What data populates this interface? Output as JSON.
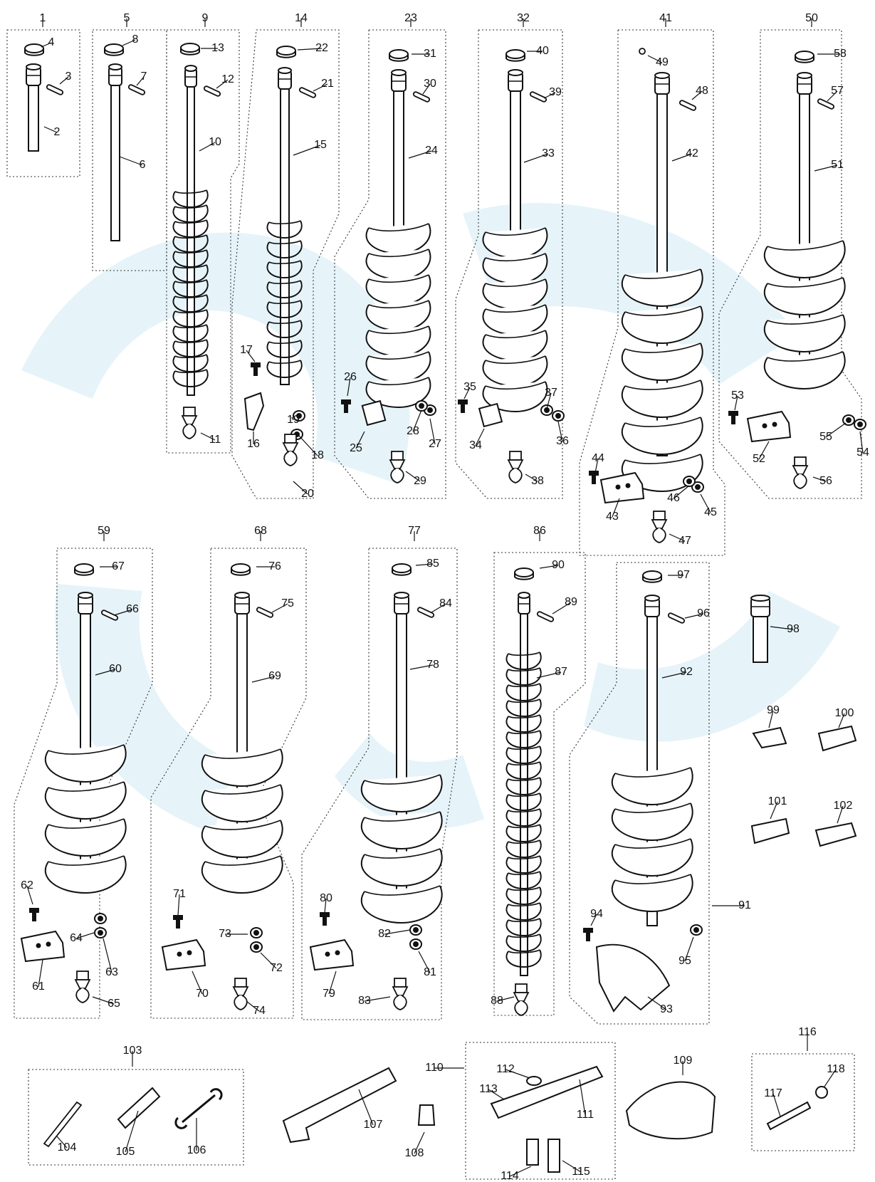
{
  "diagram": {
    "labels": {
      "1": "1",
      "2": "2",
      "3": "3",
      "4": "4",
      "5": "5",
      "6": "6",
      "7": "7",
      "8": "8",
      "9": "9",
      "10": "10",
      "11": "11",
      "12": "12",
      "13": "13",
      "14": "14",
      "15": "15",
      "16": "16",
      "17": "17",
      "18": "18",
      "19": "19",
      "20": "20",
      "21": "21",
      "22": "22",
      "23": "23",
      "24": "24",
      "25": "25",
      "26": "26",
      "27": "27",
      "28": "28",
      "29": "29",
      "30": "30",
      "31": "31",
      "32": "32",
      "33": "33",
      "34": "34",
      "35": "35",
      "36": "36",
      "37": "37",
      "38": "38",
      "39": "39",
      "40": "40",
      "41": "41",
      "42": "42",
      "43": "43",
      "44": "44",
      "45": "45",
      "46": "46",
      "47": "47",
      "48": "48",
      "49": "49",
      "50": "50",
      "51": "51",
      "52": "52",
      "53": "53",
      "54": "54",
      "55": "55",
      "56": "56",
      "57": "57",
      "58": "58",
      "59": "59",
      "60": "60",
      "61": "61",
      "62": "62",
      "63": "63",
      "64": "64",
      "65": "65",
      "66": "66",
      "67": "67",
      "68": "68",
      "69": "69",
      "70": "70",
      "71": "71",
      "72": "72",
      "73": "73",
      "74": "74",
      "75": "75",
      "76": "76",
      "77": "77",
      "78": "78",
      "79": "79",
      "80": "80",
      "81": "81",
      "82": "82",
      "83": "83",
      "84": "84",
      "85": "85",
      "86": "86",
      "87": "87",
      "88": "88",
      "89": "89",
      "90": "90",
      "91": "91",
      "92": "92",
      "93": "93",
      "94": "94",
      "95": "95",
      "96": "96",
      "97": "97",
      "98": "98",
      "99": "99",
      "100": "100",
      "101": "101",
      "102": "102",
      "103": "103",
      "104": "104",
      "105": "105",
      "106": "106",
      "107": "107",
      "108": "108",
      "109": "109",
      "110": "110",
      "111": "111",
      "112": "112",
      "113": "113",
      "114": "114",
      "115": "115",
      "116": "116",
      "117": "117",
      "118": "118"
    }
  }
}
